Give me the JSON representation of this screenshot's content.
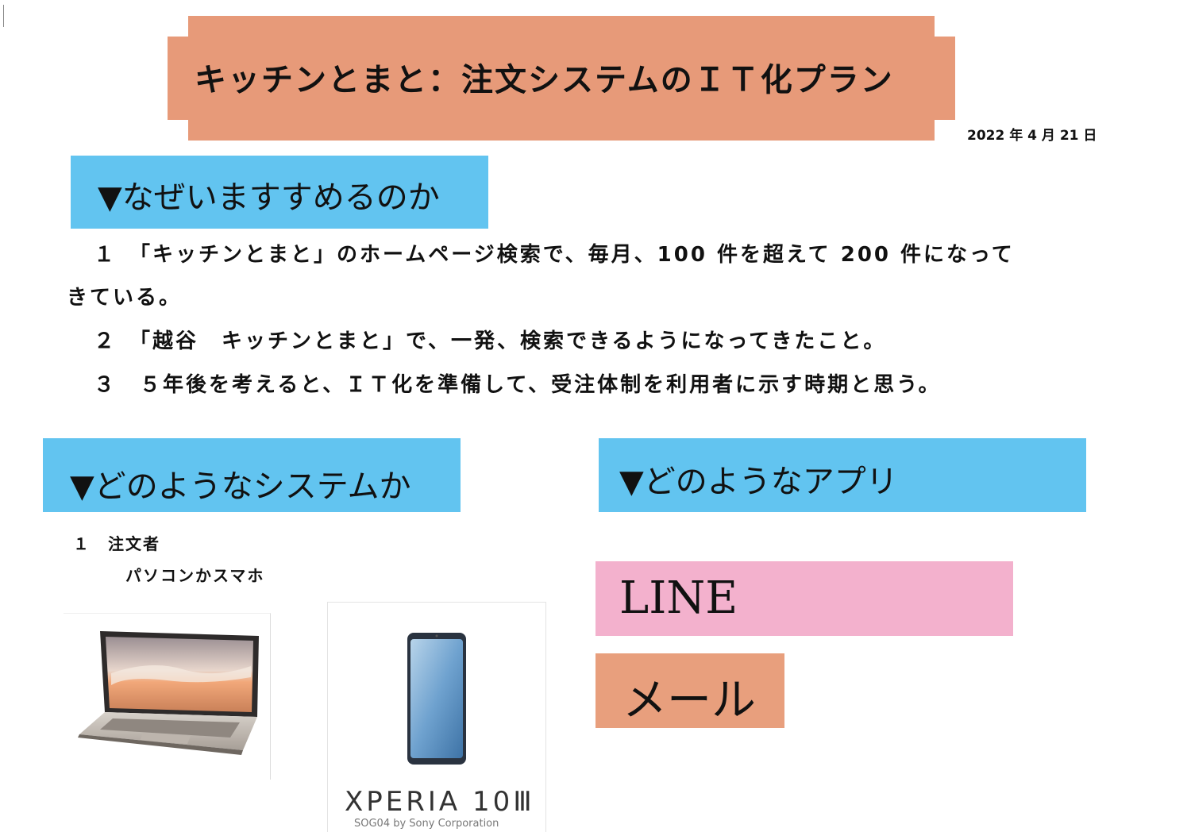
{
  "title": "キッチンとまと：注文システムのＩＴ化プラン",
  "date": "2022 年 4 月 21 日",
  "sections": {
    "why": "▼なぜいますすめるのか",
    "system": "▼どのようなシステムか",
    "app": "▼どのようなアプリ"
  },
  "reasons": {
    "r1_line1": "１　「キッチンとまと」のホームページ検索で、毎月、100 件を超えて 200 件になって",
    "r1_line2": "きている。",
    "r2": "２　「越谷　キッチンとまと」で、一発、検索できるようになってきたこと。",
    "r3": "３　５年後を考えると、ＩＴ化を準備して、受注体制を利用者に示す時期と思う。"
  },
  "system_items": {
    "item1": "１　注文者",
    "item1_detail": "パソコンかスマホ"
  },
  "apps": {
    "line": "LINE",
    "mail": "メール"
  },
  "product_images": {
    "laptop_icon": "laptop-photo",
    "phone_icon": "smartphone-photo",
    "phone_brand": "XPERIA 10Ⅲ",
    "phone_model": "SOG04 by Sony Corporation"
  },
  "colors": {
    "title_banner": "#e79a79",
    "section_head": "#62c4f0",
    "line_box": "#f3b1cd",
    "mail_box": "#e89f7d"
  }
}
